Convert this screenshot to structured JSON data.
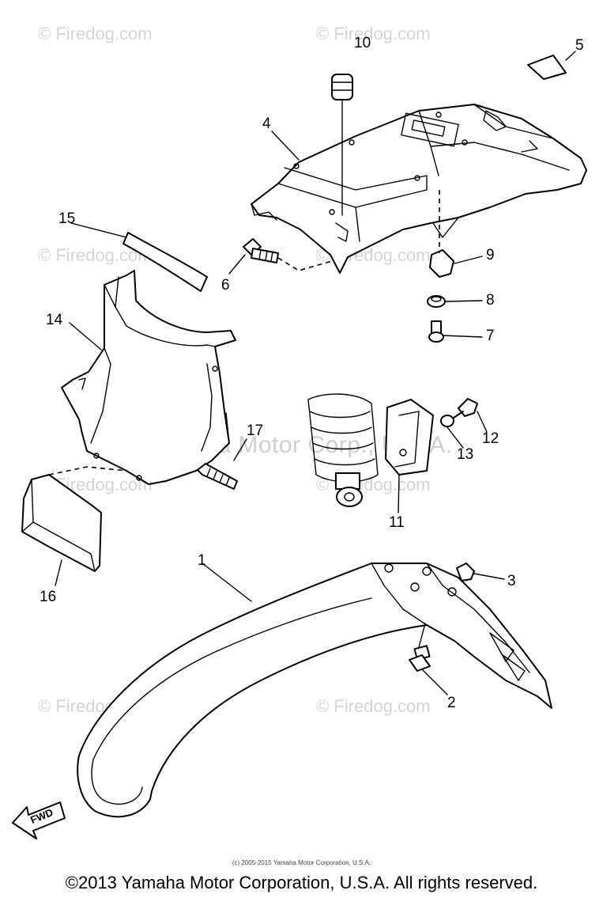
{
  "watermarks": {
    "text": "© Firedog.com",
    "center_text": "Yamaha Motor Corp., U.S.A."
  },
  "callouts": [
    "1",
    "2",
    "3",
    "4",
    "5",
    "6",
    "7",
    "8",
    "9",
    "10",
    "11",
    "12",
    "13",
    "14",
    "15",
    "16",
    "17"
  ],
  "fwd_label": "FWD",
  "footer": {
    "small_copyright": "(c) 2005-2015 Yamaha Motor Corporation, U.S.A.",
    "copyright": "©2013 Yamaha Motor Corporation, U.S.A. All rights reserved."
  },
  "colors": {
    "line": "#000000",
    "background": "#ffffff",
    "watermark": "#d4d4d4"
  }
}
